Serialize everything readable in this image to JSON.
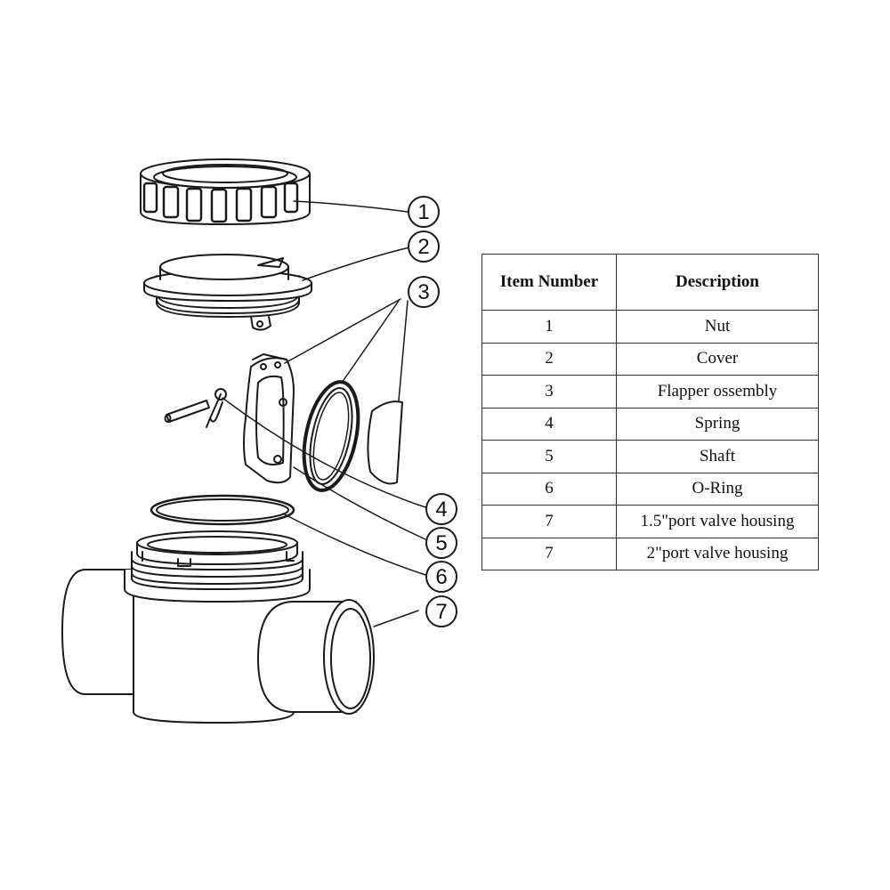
{
  "callouts": [
    "1",
    "2",
    "3",
    "4",
    "5",
    "6",
    "7"
  ],
  "table": {
    "headers": [
      "Item Number",
      "Description"
    ],
    "rows": [
      {
        "item": "1",
        "description": "Nut"
      },
      {
        "item": "2",
        "description": "Cover"
      },
      {
        "item": "3",
        "description": "Flapper ossembly"
      },
      {
        "item": "4",
        "description": "Spring"
      },
      {
        "item": "5",
        "description": "Shaft"
      },
      {
        "item": "6",
        "description": "O-Ring"
      },
      {
        "item": "7",
        "description": "1.5\"port valve housing"
      },
      {
        "item": "7",
        "description": "2\"port valve housing"
      }
    ]
  }
}
